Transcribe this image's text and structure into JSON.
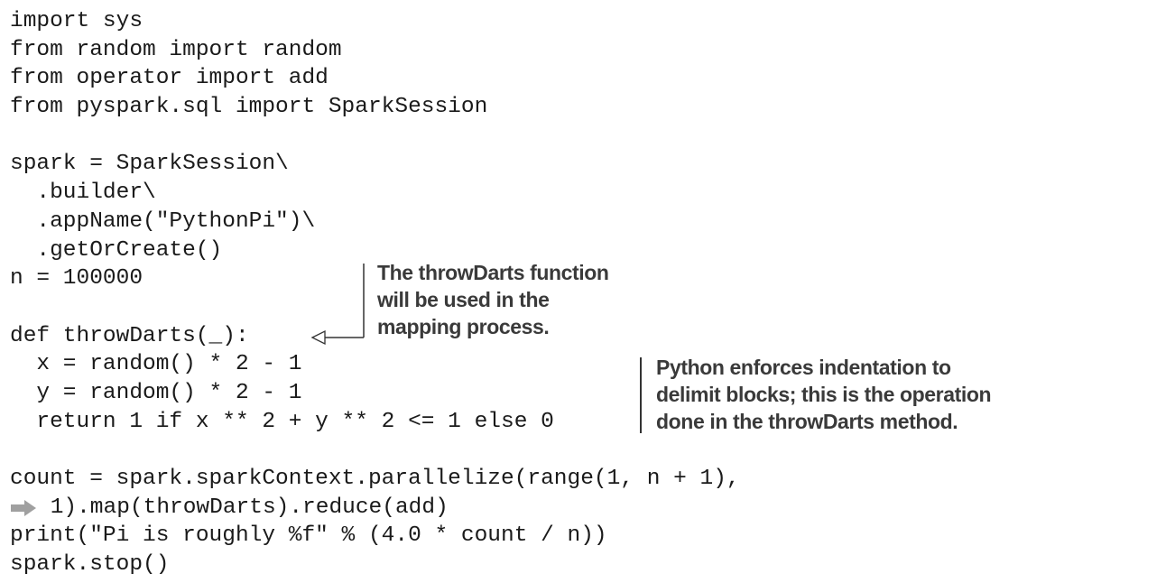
{
  "code": {
    "lines": [
      "import sys",
      "from random import random",
      "from operator import add",
      "from pyspark.sql import SparkSession",
      "",
      "spark = SparkSession\\",
      "  .builder\\",
      "  .appName(\"PythonPi\")\\",
      "  .getOrCreate()",
      "n = 100000",
      "",
      "def throwDarts(_):",
      "  x = random() * 2 - 1",
      "  y = random() * 2 - 1",
      "  return 1 if x ** 2 + y ** 2 <= 1 else 0",
      "",
      "count = spark.sparkContext.parallelize(range(1, n + 1),",
      " 1).map(throwDarts).reduce(add)",
      "print(\"Pi is roughly %f\" % (4.0 * count / n))",
      "spark.stop()"
    ],
    "continuation_line_index": 17
  },
  "annotations": {
    "throw_darts_function": [
      "The throwDarts function",
      "will be used in the",
      "mapping process."
    ],
    "indentation": [
      "Python enforces indentation to",
      "delimit blocks; this is the operation",
      "done in the throwDarts method."
    ]
  },
  "colors": {
    "code_text": "#1a1a1a",
    "annotation_text": "#3a3a3a",
    "continuation_arrow": "#a0a0a0",
    "callout_line": "#333333"
  },
  "icons": {
    "continuation": "line-continuation-arrow-icon",
    "callout": "callout-arrow-icon"
  }
}
